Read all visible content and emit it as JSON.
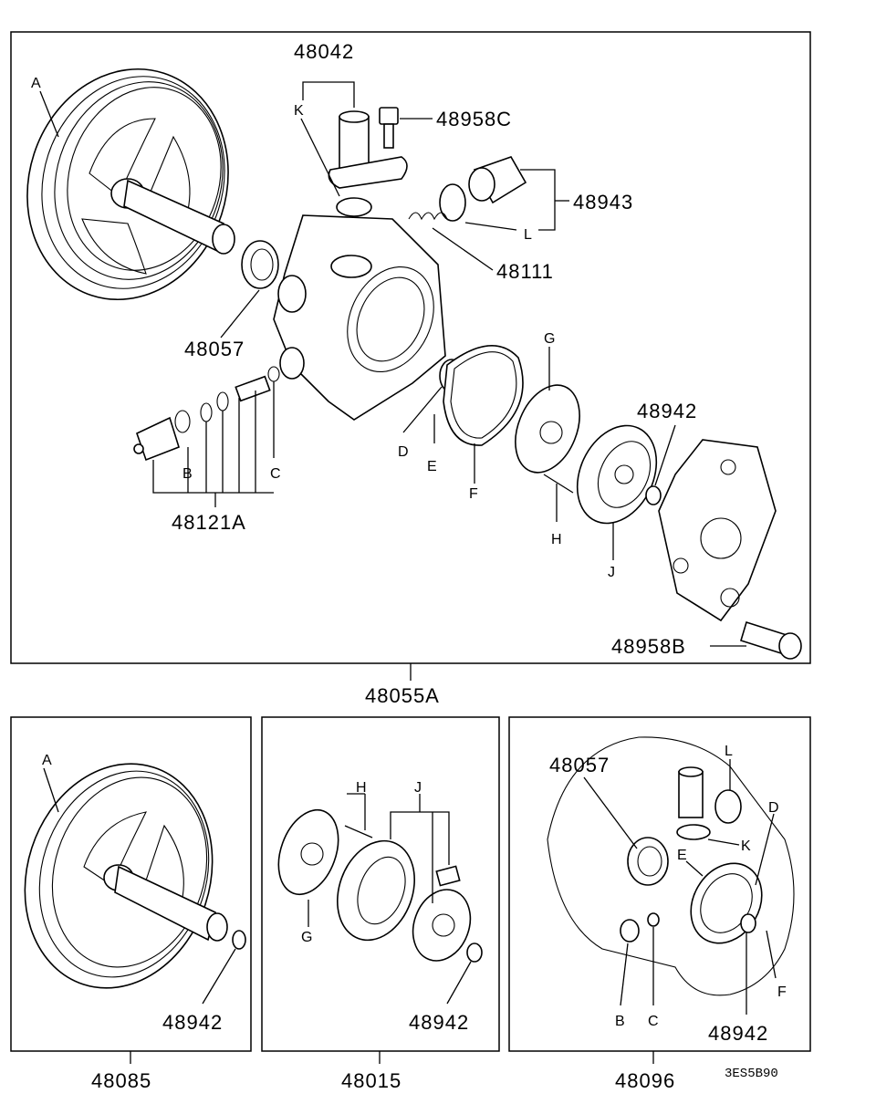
{
  "diagram": {
    "main_panel": {
      "assembly_number": "48055A",
      "callouts": {
        "p48042": "48042",
        "p48958C": "48958C",
        "p48943": "48943",
        "p48111": "48111",
        "p48057": "48057",
        "p48942": "48942",
        "p48121A": "48121A",
        "p48958B": "48958B"
      },
      "letters": {
        "A": "A",
        "K": "K",
        "L": "L",
        "G": "G",
        "D": "D",
        "E": "E",
        "F": "F",
        "H": "H",
        "J": "J",
        "B": "B",
        "C": "C"
      }
    },
    "sub_panels": [
      {
        "assembly_number": "48085",
        "callouts": {
          "p48942": "48942"
        },
        "letters": {
          "A": "A"
        }
      },
      {
        "assembly_number": "48015",
        "callouts": {
          "p48942": "48942"
        },
        "letters": {
          "H": "H",
          "J": "J",
          "G": "G"
        }
      },
      {
        "assembly_number": "48096",
        "callouts": {
          "p48057": "48057",
          "p48942": "48942"
        },
        "letters": {
          "L": "L",
          "D": "D",
          "E": "E",
          "K": "K",
          "B": "B",
          "C": "C",
          "F": "F"
        }
      }
    ],
    "drawing_code": "3ES5B90"
  }
}
